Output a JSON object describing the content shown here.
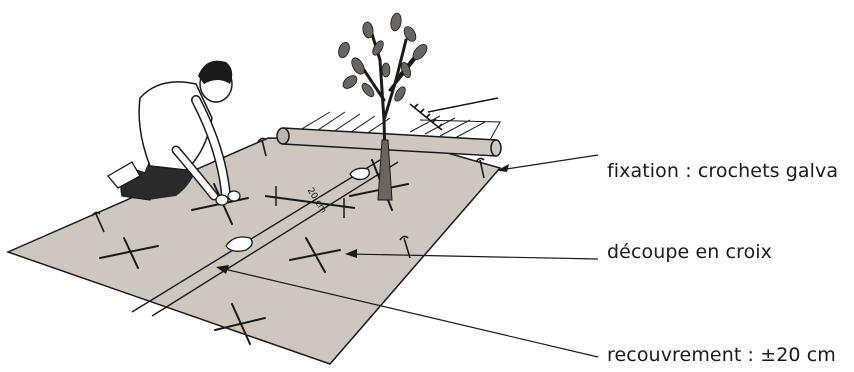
{
  "labels": {
    "fixation": "fixation : crochets galva",
    "decoupe": "découpe en croix",
    "recouvrement": "recouvrement : ±20 cm"
  },
  "illustration": {
    "dimension_mark": "20 cm"
  },
  "colors": {
    "sheet": "#cdc7c0",
    "ink": "#1a1a1a",
    "background": "#ffffff"
  }
}
